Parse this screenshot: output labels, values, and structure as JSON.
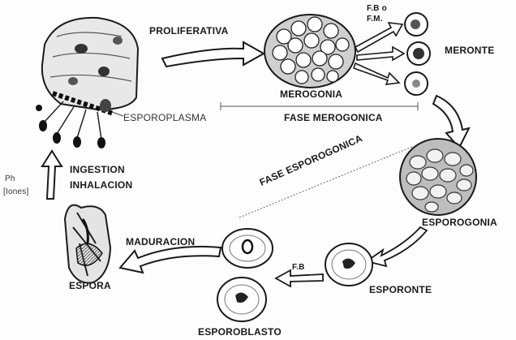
{
  "labels": {
    "proliferativa": "PROLIFERATIVA",
    "fb_o": "F.B o",
    "fm": "F.M.",
    "meronte": "MERONTE",
    "merogonia": "MEROGONIA",
    "fase_merogonica": "FASE MEROGONICA",
    "esporoplasma": "ESPOROPLASMA",
    "fase_esporogonica": "FASE ESPOROGONICA",
    "esporogonia": "ESPOROGONIA",
    "ingestion": "INGESTION",
    "inhalacion": "INHALACION",
    "ph": "Ph",
    "iones": "[Iones]",
    "maduracion": "MADURACION",
    "espora": "ESPORA",
    "fb": "F.B",
    "esporonte": "ESPORONTE",
    "esporoblasto": "ESPOROBLASTO"
  },
  "colors": {
    "ink": "#1a1a1a",
    "paper": "#fdfdfd",
    "shade": "#9a9a9a"
  }
}
